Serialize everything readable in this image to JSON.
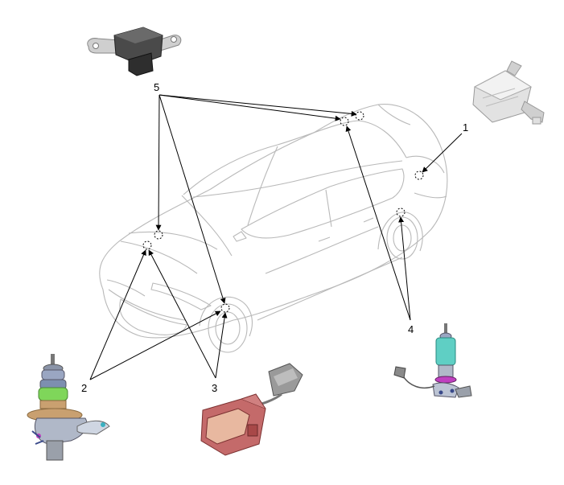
{
  "callouts": {
    "one": "1",
    "two": "2",
    "three": "3",
    "four": "4",
    "five": "5"
  },
  "components": {
    "c1": "module-icon",
    "c2": "front-strut-assembly-icon",
    "c3": "connector-sensor-icon",
    "c4": "rear-shock-assembly-icon",
    "c5": "bracket-sensor-icon"
  },
  "colors": {
    "outline": "#b9b9b9",
    "leader": "#000000",
    "sensor_dark": "#3a3a3a",
    "module_light": "#d9d9d9",
    "strut_green": "#7fd65a",
    "strut_blue": "#7d8fb0",
    "shock_teal": "#5fcfc4",
    "bracket_red": "#b85a5a"
  }
}
